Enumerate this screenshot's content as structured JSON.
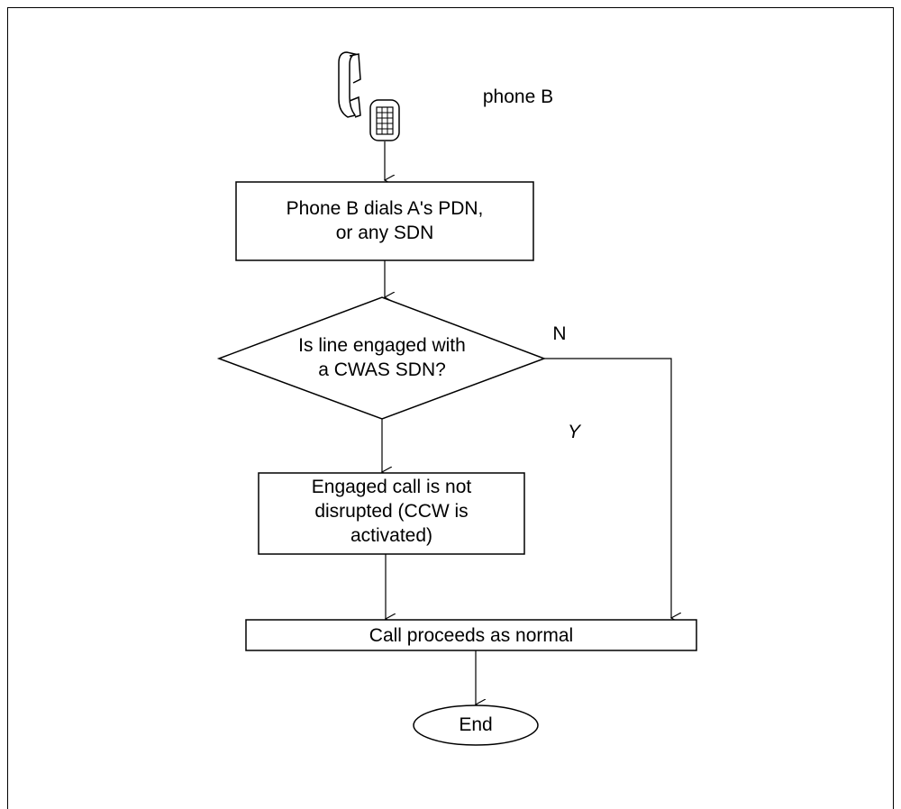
{
  "diagram": {
    "phone_label": "phone B",
    "dial_box": {
      "line1": "Phone B dials A's PDN,",
      "line2": "or any SDN"
    },
    "decision": {
      "line1": "Is line engaged with",
      "line2": "a CWAS SDN?"
    },
    "no_label": "N",
    "yes_label": "Y",
    "engaged_box": {
      "line1": "Engaged call is not",
      "line2": "disrupted (CCW is",
      "line3": "activated)"
    },
    "proceed_box": "Call proceeds as normal",
    "end_label": "End",
    "icons": [
      "telephone-handset-icon",
      "keypad-icon"
    ],
    "colors": {
      "stroke": "#000000",
      "background": "#ffffff"
    }
  }
}
